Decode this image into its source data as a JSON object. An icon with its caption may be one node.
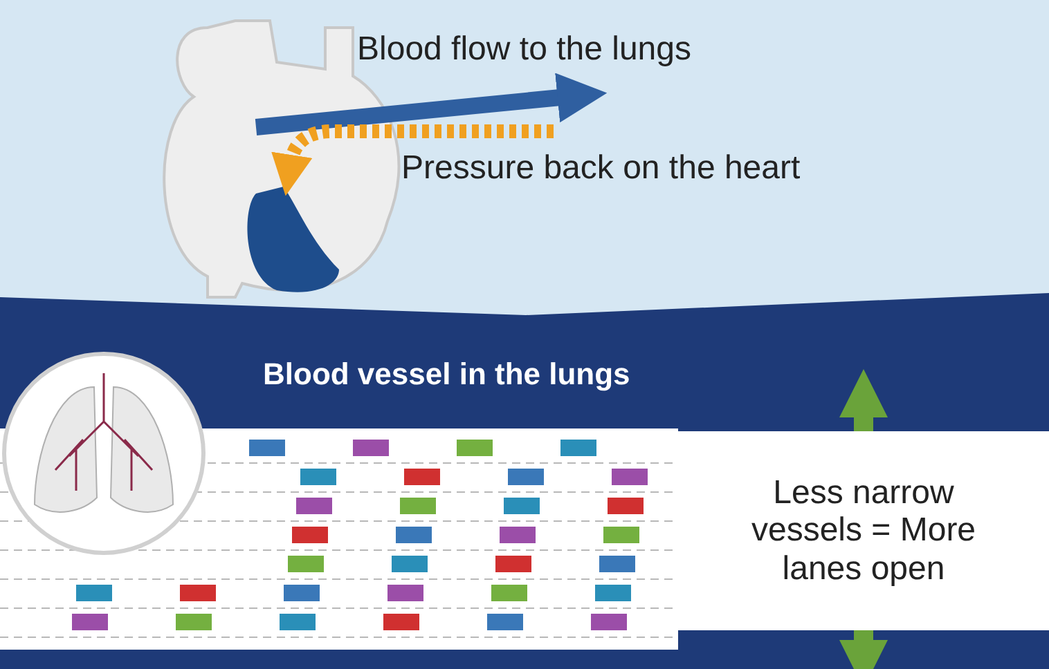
{
  "diagram": {
    "nodes": [
      {
        "text": [
          "Less narrow vessels = More lanes open"
        ]
      }
    ],
    "labels": [
      "Blood flow to the lungs",
      "Pressure back on the heart",
      "Blood vessel in the lungs"
    ]
  }
}
